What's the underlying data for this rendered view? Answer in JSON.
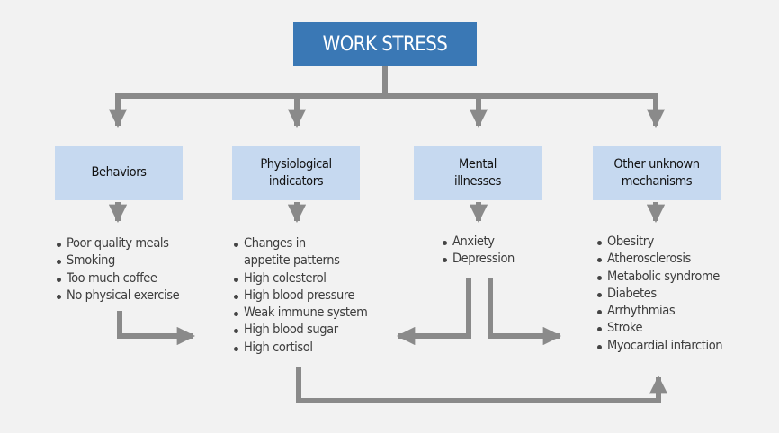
{
  "diagram": {
    "root": {
      "label": "WORK STRESS",
      "color": "#3a78b5"
    },
    "connector_color": "#8a8a8a",
    "category_color": "#c6d9f0",
    "categories": [
      {
        "id": "behaviors",
        "label": "Behaviors",
        "items": [
          "Poor quality meals",
          "Smoking",
          "Too much coffee",
          "No physical exercise"
        ]
      },
      {
        "id": "physiological",
        "label": "Physiological\nindicators",
        "items": [
          "Changes in\nappetite patterns",
          "High colesterol",
          "High blood pressure",
          "Weak immune system",
          "High blood sugar",
          "High cortisol"
        ]
      },
      {
        "id": "mental",
        "label": "Mental\nillnesses",
        "items": [
          "Anxiety",
          "Depression"
        ]
      },
      {
        "id": "other",
        "label": "Other unknown\nmechanisms",
        "items": [
          "Obesitry",
          "Atherosclerosis",
          "Metabolic syndrome",
          "Diabetes",
          "Arrhythmias",
          "Stroke",
          "Myocardial infarction"
        ]
      }
    ],
    "edges": [
      {
        "from": "root",
        "to": "behaviors"
      },
      {
        "from": "root",
        "to": "physiological"
      },
      {
        "from": "root",
        "to": "mental"
      },
      {
        "from": "root",
        "to": "other"
      },
      {
        "from": "behaviors",
        "to": "physiological"
      },
      {
        "from": "mental",
        "to": "physiological"
      },
      {
        "from": "mental",
        "to": "other"
      },
      {
        "from": "physiological",
        "to": "other"
      }
    ]
  }
}
